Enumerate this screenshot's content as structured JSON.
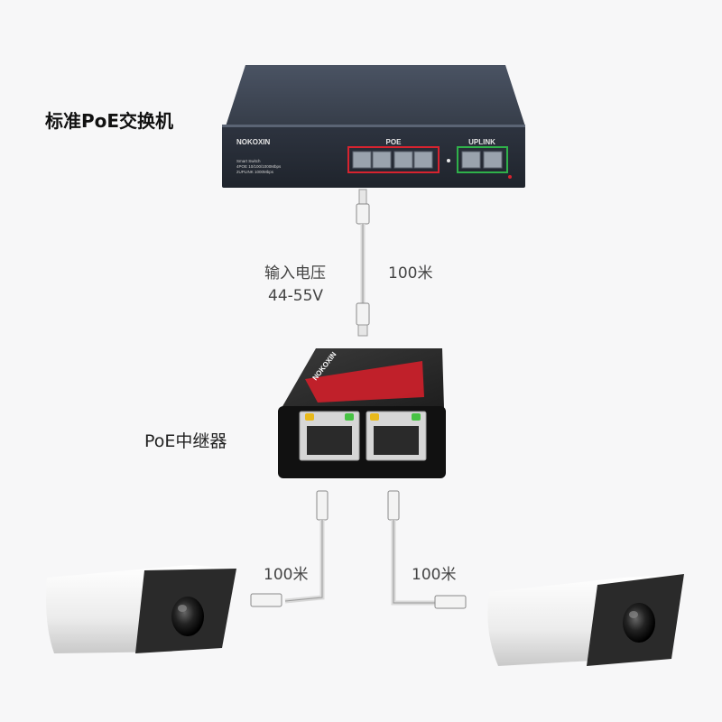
{
  "switch": {
    "title": "标准PoE交换机",
    "brand": "NOKOXIN",
    "spec_line1": "Smart Switch",
    "spec_line2": "4POE 10/100/1000Mbps",
    "spec_line3": "2UPLINK 1000Mbps",
    "poe_group": "POE",
    "uplink_group": "UPLINK",
    "poe_accent": "#d7232f",
    "uplink_accent": "#2fb14a"
  },
  "link_top": {
    "voltage_label": "输入电压",
    "voltage_value": "44-55V",
    "distance": "100米"
  },
  "repeater": {
    "title": "PoE中继器",
    "brand": "NOKOXIN",
    "accent": "#c8202a"
  },
  "link_left": {
    "distance": "100米"
  },
  "link_right": {
    "distance": "100米"
  },
  "icons": {
    "switch": "network-switch-icon",
    "repeater": "poe-repeater-icon",
    "camera": "bullet-camera-icon",
    "connector": "rj45-connector-icon"
  }
}
